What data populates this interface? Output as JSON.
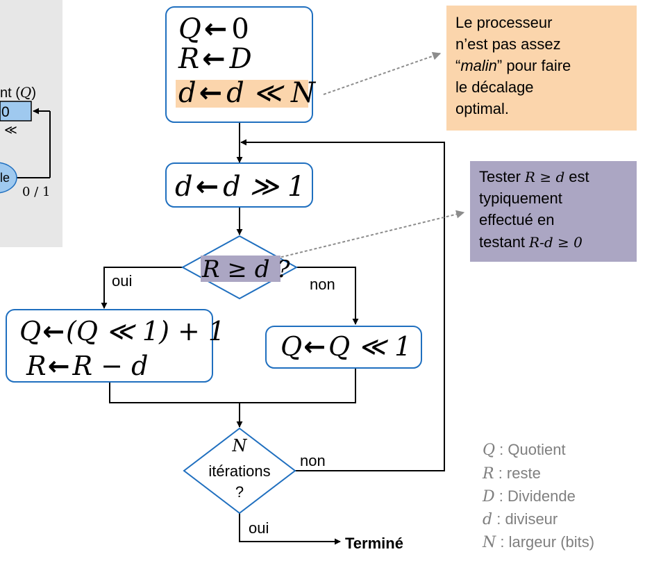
{
  "left_panel": {
    "quotient_label_prefix": "nt (",
    "quotient_label_var": "Q",
    "quotient_label_suffix": ")",
    "register_value": "0",
    "shift_symbol": "≪",
    "node_label": "le",
    "edge_label": "0 / 1"
  },
  "flowchart": {
    "init": {
      "line1_lhs": "Q",
      "line1_rhs": "0",
      "line2_lhs": "R",
      "line2_rhs": "D",
      "line3_lhs": "d",
      "line3_rhs": "d ≪ N"
    },
    "shift_step": {
      "lhs": "d",
      "rhs": "d ≫ 1"
    },
    "test": {
      "text": "R ≥ d ?"
    },
    "yes_label": "oui",
    "no_label": "non",
    "yes_box": {
      "line1_lhs": "Q",
      "line1_rhs": "(Q ≪ 1) + 1",
      "line2_lhs": "R",
      "line2_rhs": "R − d"
    },
    "no_box": {
      "lhs": "Q",
      "rhs": "Q ≪ 1"
    },
    "loop_test": {
      "line1": "N",
      "line2": "itérations",
      "line3": "?"
    },
    "loop_no_label": "non",
    "loop_yes_label": "oui",
    "end_label": "Terminé",
    "assign_arrow": "←"
  },
  "notes": {
    "processor": {
      "line1": "Le processeur",
      "line2": "n’est pas assez",
      "line3_open": "“",
      "line3_italic": "malin",
      "line3_close": "” pour faire",
      "line4": "le décalage",
      "line5": "optimal."
    },
    "test_note": {
      "line1_text": "Tester",
      "line1_math": "R ≥ d",
      "line1_suffix": "est",
      "line2": "typiquement",
      "line3": "effectué en",
      "line4_text": "testant",
      "line4_math": "R-d ≥ 0"
    }
  },
  "legend": [
    {
      "var": "Q",
      "sep": " : ",
      "desc": "Quotient"
    },
    {
      "var": "R",
      "sep": "  : ",
      "desc": "reste"
    },
    {
      "var": "D",
      "sep": " : ",
      "desc": "Dividende"
    },
    {
      "var": "d",
      "sep": " : ",
      "desc": "diviseur"
    },
    {
      "var": "N",
      "sep": " : ",
      "desc": "largeur (bits)"
    }
  ],
  "colors": {
    "box_border": "#1f6fbf",
    "highlight_orange": "#fbd5ac",
    "highlight_purple": "#aba6c3",
    "note_orange": "#fbd5ac",
    "note_purple": "#aba6c3",
    "left_panel_bg": "#e7e7e7",
    "register_fill": "#9fc9ef",
    "legend_gray": "#7f7f7f"
  }
}
